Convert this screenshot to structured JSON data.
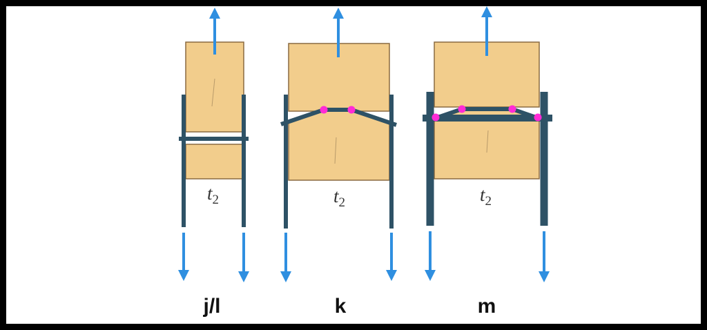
{
  "colors": {
    "block": "#f2cd8c",
    "block_edge": "#8a6a40",
    "rod": "#2e5266",
    "arrow": "#2f8fe0",
    "node": "#ff2bd6",
    "background": "#ffffff",
    "border": "#000000"
  },
  "panels": [
    {
      "label": "j/l",
      "time_var": "t",
      "time_sub": "2"
    },
    {
      "label": "k",
      "time_var": "t",
      "time_sub": "2"
    },
    {
      "label": "m",
      "time_var": "t",
      "time_sub": "2"
    }
  ]
}
